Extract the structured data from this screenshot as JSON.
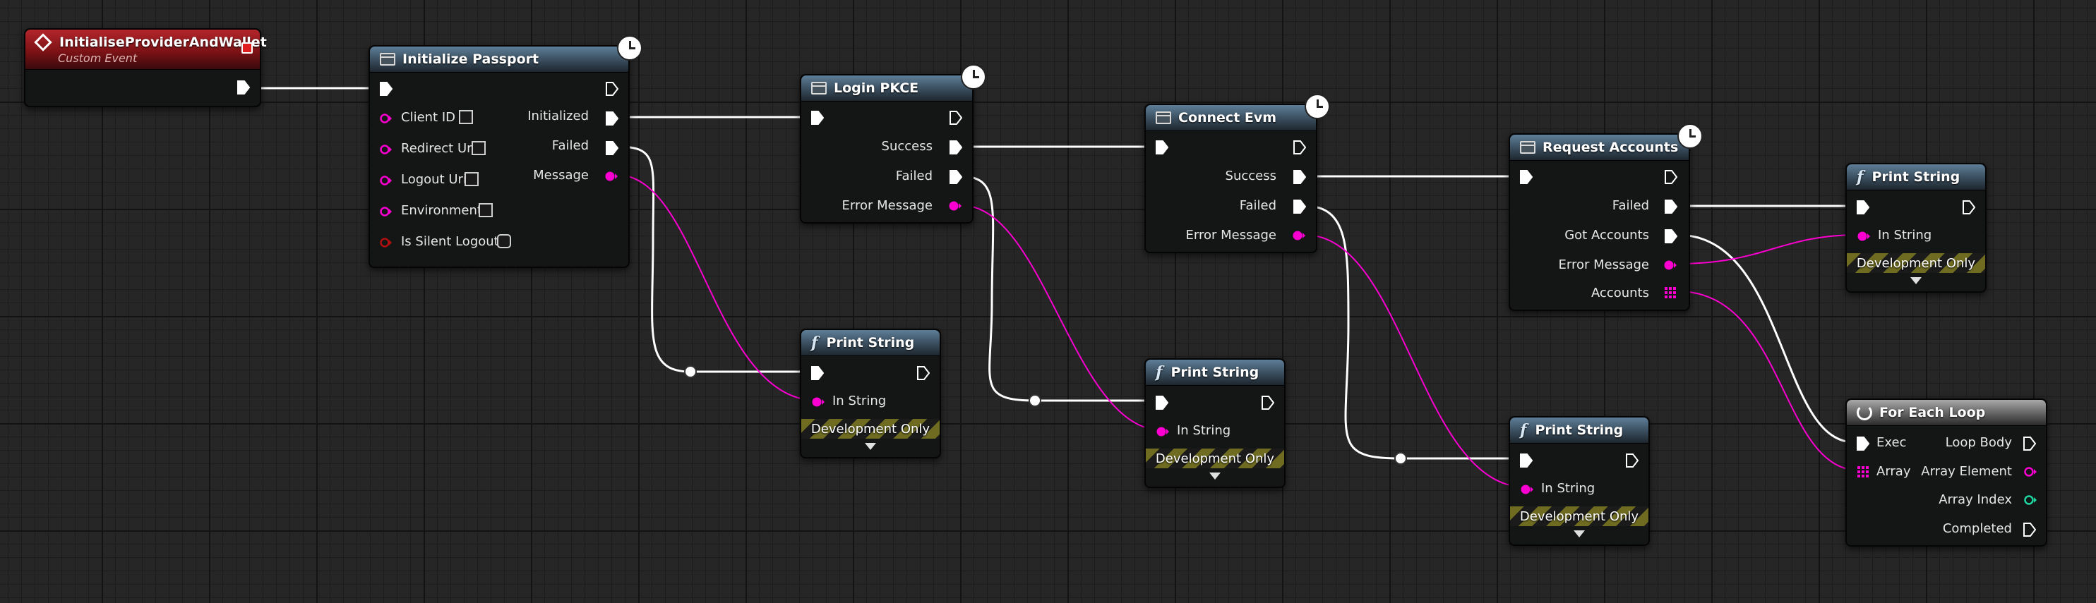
{
  "colors": {
    "exec_wire": "#ffffff",
    "string_pin": "#fb00d1",
    "array_pin": "#fb00d1",
    "int_pin": "#1ed6a0",
    "bool_pin": "#950000",
    "event_header": "#a11a1f",
    "function_header": "#4b6478",
    "grid_background": "#262626"
  },
  "nodes": {
    "initialise_event": {
      "title": "InitialiseProviderAndWallet",
      "subtitle": "Custom Event",
      "icon": "event-diamond-icon"
    },
    "initialize_passport": {
      "title": "Initialize Passport",
      "icon": "function-call-icon",
      "inputs": [
        "Client ID",
        "Redirect Uri",
        "Logout Uri",
        "Environment",
        "Is Silent Logout"
      ],
      "outputs": [
        "Initialized",
        "Failed",
        "Message"
      ]
    },
    "login_pkce": {
      "title": "Login PKCE",
      "icon": "function-call-icon",
      "outputs": [
        "Success",
        "Failed",
        "Error Message"
      ]
    },
    "connect_evm": {
      "title": "Connect Evm",
      "icon": "function-call-icon",
      "outputs": [
        "Success",
        "Failed",
        "Error Message"
      ]
    },
    "request_accounts": {
      "title": "Request Accounts",
      "icon": "function-call-icon",
      "outputs": [
        "Failed",
        "Got Accounts",
        "Error Message",
        "Accounts"
      ]
    },
    "print_string_1": {
      "title": "Print String",
      "in_string": "In String",
      "dev_only": "Development Only"
    },
    "print_string_2": {
      "title": "Print String",
      "in_string": "In String",
      "dev_only": "Development Only"
    },
    "print_string_3": {
      "title": "Print String",
      "in_string": "In String",
      "dev_only": "Development Only"
    },
    "print_string_4": {
      "title": "Print String",
      "in_string": "In String",
      "dev_only": "Development Only"
    },
    "for_each_loop": {
      "title": "For Each Loop",
      "inputs": [
        "Exec",
        "Array"
      ],
      "outputs": [
        "Loop Body",
        "Array Element",
        "Array Index",
        "Completed"
      ]
    }
  }
}
